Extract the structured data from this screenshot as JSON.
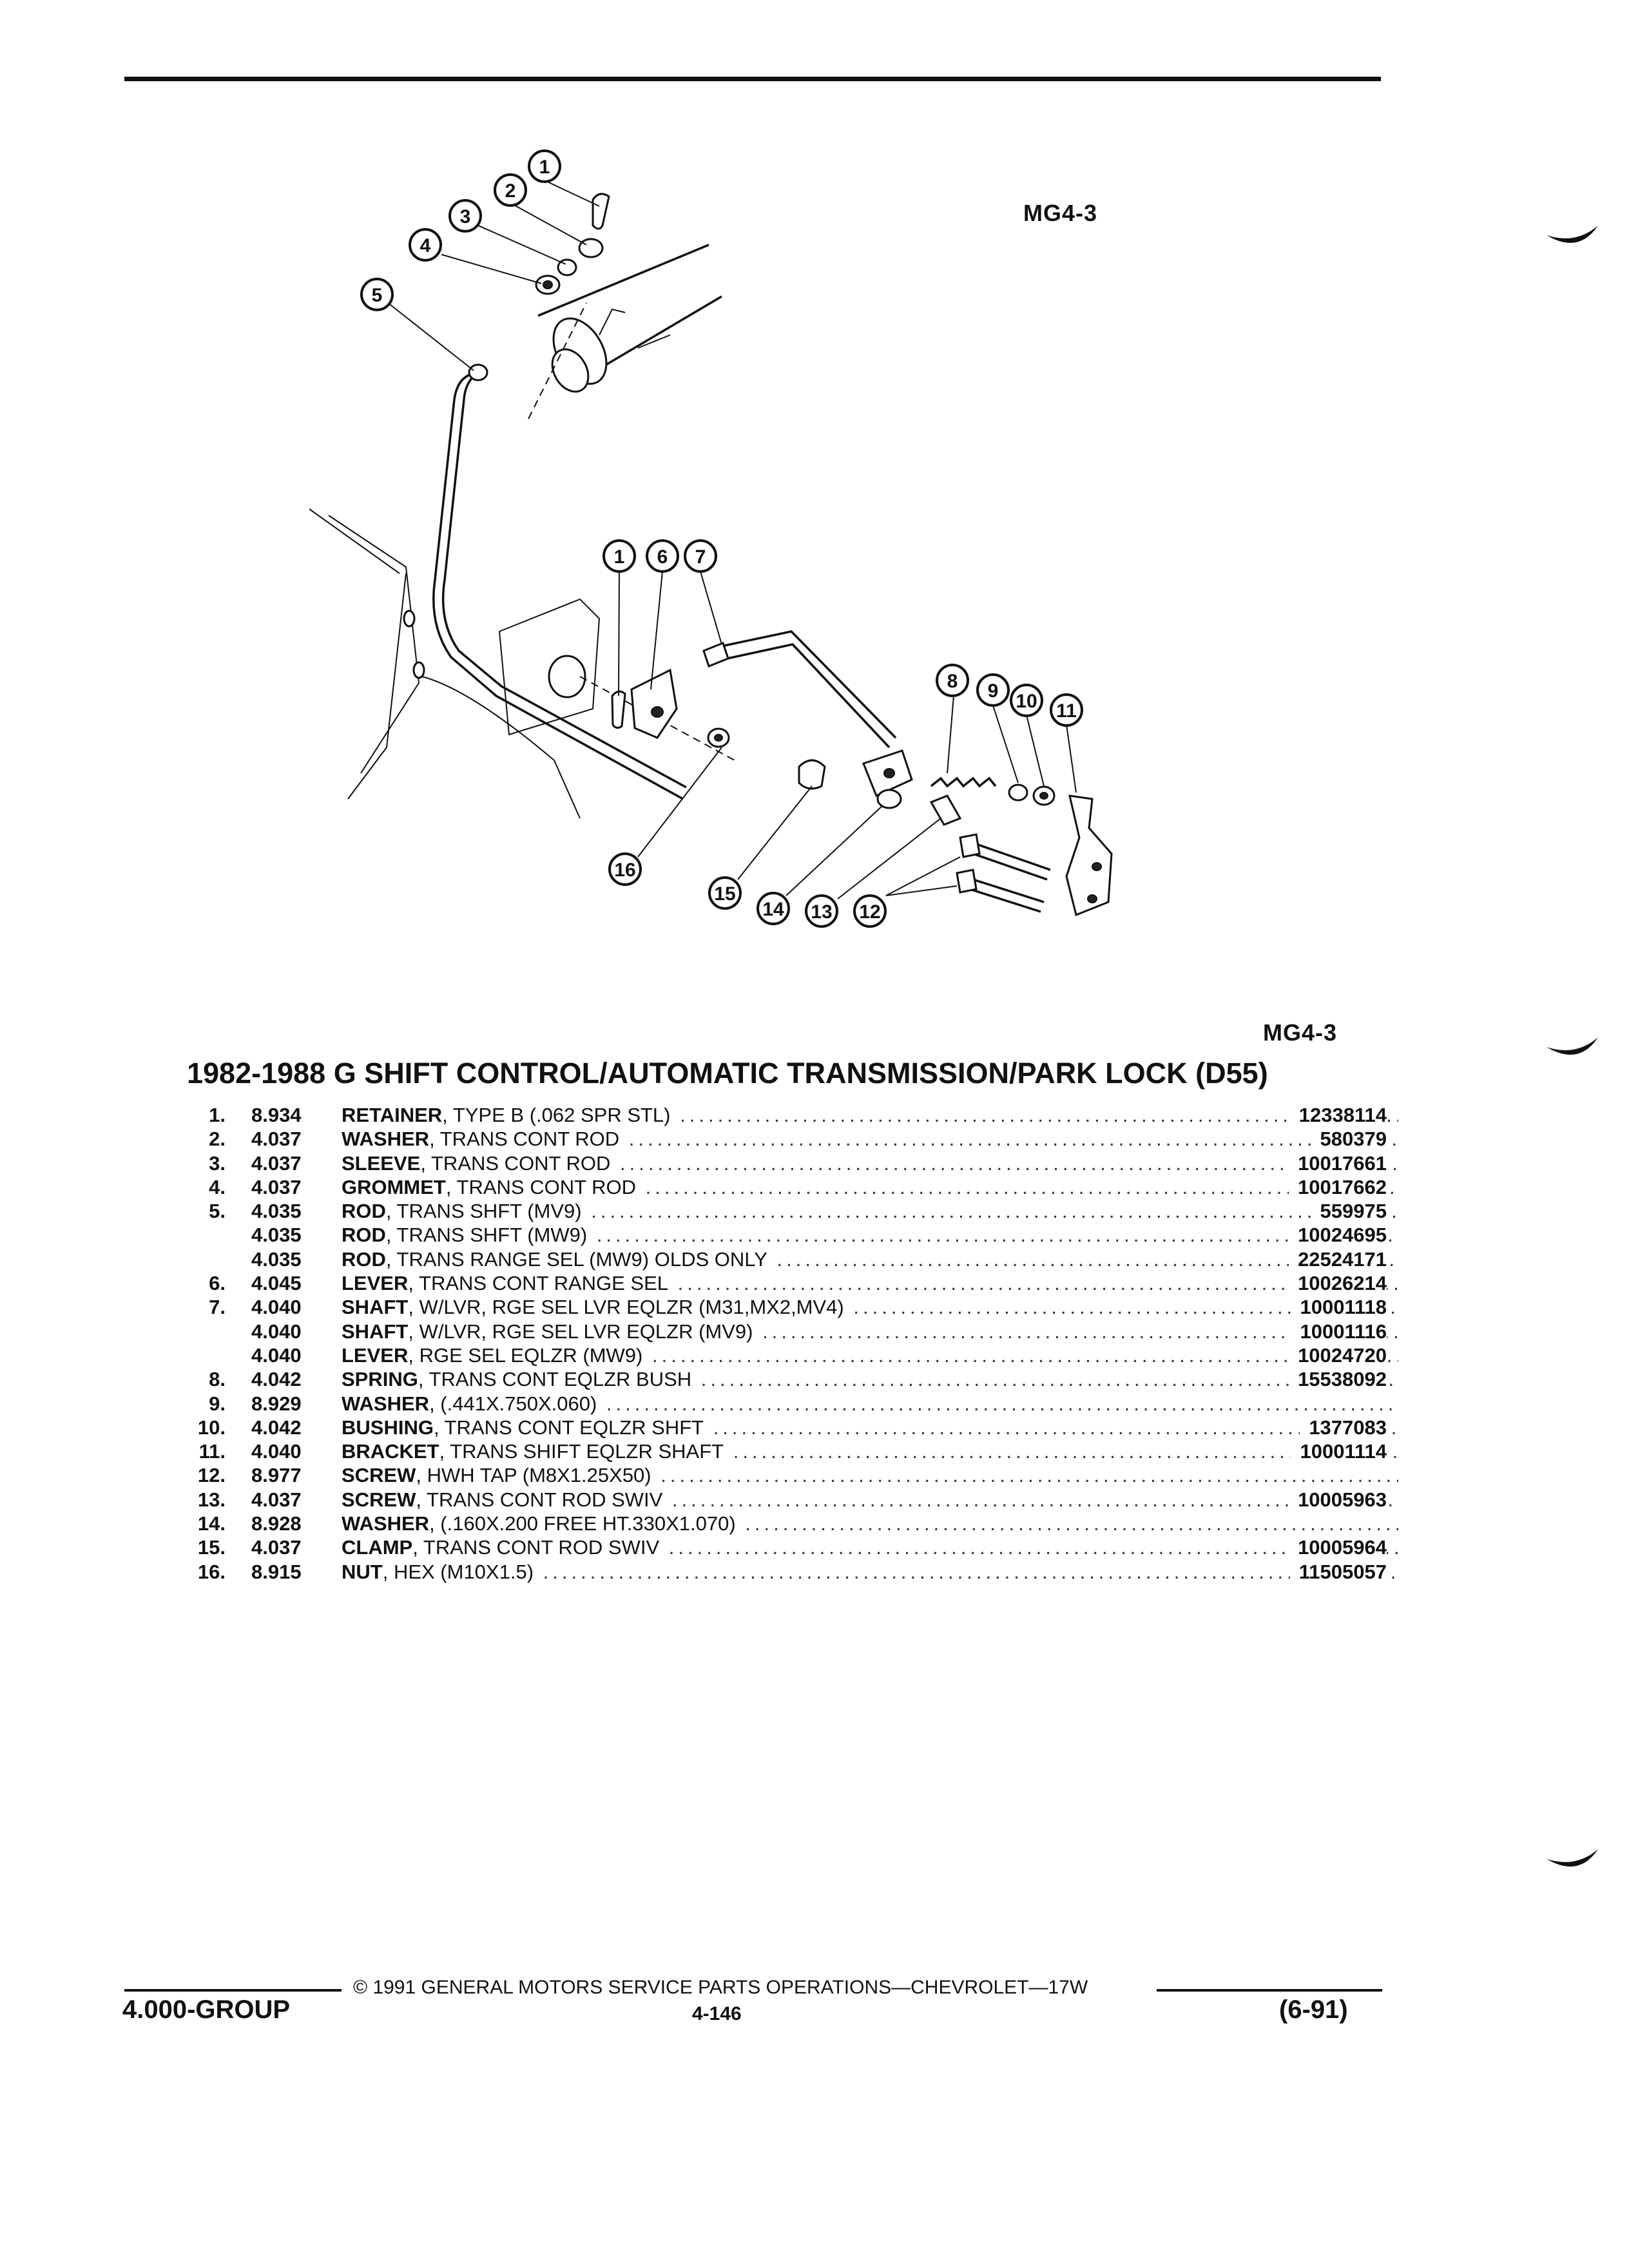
{
  "figure_label_top": "MG4-3",
  "figure_label_bottom": "MG4-3",
  "diagram": {
    "callouts": [
      "1",
      "2",
      "3",
      "4",
      "5",
      "1",
      "6",
      "7",
      "8",
      "9",
      "10",
      "11",
      "16",
      "15",
      "14",
      "13",
      "12"
    ]
  },
  "title": "1982-1988 G SHIFT CONTROL/AUTOMATIC TRANSMISSION/PARK LOCK (D55)",
  "parts": [
    {
      "num": "1.",
      "group": "8.934",
      "name": "RETAINER",
      "desc": ", TYPE B (.062 SPR STL)",
      "part_no": "12338114"
    },
    {
      "num": "2.",
      "group": "4.037",
      "name": "WASHER",
      "desc": ", TRANS CONT ROD",
      "part_no": "580379"
    },
    {
      "num": "3.",
      "group": "4.037",
      "name": "SLEEVE",
      "desc": ", TRANS CONT ROD",
      "part_no": "10017661"
    },
    {
      "num": "4.",
      "group": "4.037",
      "name": "GROMMET",
      "desc": ", TRANS CONT ROD",
      "part_no": "10017662"
    },
    {
      "num": "5.",
      "group": "4.035",
      "name": "ROD",
      "desc": ", TRANS SHFT (MV9)",
      "part_no": "559975"
    },
    {
      "num": "",
      "group": "4.035",
      "name": "ROD",
      "desc": ", TRANS SHFT (MW9)",
      "part_no": "10024695"
    },
    {
      "num": "",
      "group": "4.035",
      "name": "ROD",
      "desc": ", TRANS RANGE SEL (MW9) OLDS ONLY",
      "part_no": "22524171"
    },
    {
      "num": "6.",
      "group": "4.045",
      "name": "LEVER",
      "desc": ", TRANS CONT RANGE SEL",
      "part_no": "10026214"
    },
    {
      "num": "7.",
      "group": "4.040",
      "name": "SHAFT",
      "desc": ", W/LVR, RGE SEL LVR EQLZR (M31,MX2,MV4)",
      "part_no": "10001118"
    },
    {
      "num": "",
      "group": "4.040",
      "name": "SHAFT",
      "desc": ", W/LVR, RGE SEL LVR EQLZR (MV9)",
      "part_no": "10001116"
    },
    {
      "num": "",
      "group": "4.040",
      "name": "LEVER",
      "desc": ", RGE SEL EQLZR (MW9)",
      "part_no": "10024720"
    },
    {
      "num": "8.",
      "group": "4.042",
      "name": "SPRING",
      "desc": ", TRANS CONT EQLZR BUSH",
      "part_no": "15538092"
    },
    {
      "num": "9.",
      "group": "8.929",
      "name": "WASHER",
      "desc": ", (.441X.750X.060)",
      "part_no": ""
    },
    {
      "num": "10.",
      "group": "4.042",
      "name": "BUSHING",
      "desc": ", TRANS CONT EQLZR SHFT",
      "part_no": "1377083"
    },
    {
      "num": "11.",
      "group": "4.040",
      "name": "BRACKET",
      "desc": ", TRANS SHIFT EQLZR SHAFT",
      "part_no": "10001114"
    },
    {
      "num": "12.",
      "group": "8.977",
      "name": "SCREW",
      "desc": ", HWH TAP (M8X1.25X50)",
      "part_no": ""
    },
    {
      "num": "13.",
      "group": "4.037",
      "name": "SCREW",
      "desc": ", TRANS CONT ROD SWIV",
      "part_no": "10005963"
    },
    {
      "num": "14.",
      "group": "8.928",
      "name": "WASHER",
      "desc": ", (.160X.200 FREE HT.330X1.070)",
      "part_no": ""
    },
    {
      "num": "15.",
      "group": "4.037",
      "name": "CLAMP",
      "desc": ", TRANS CONT ROD SWIV",
      "part_no": "10005964"
    },
    {
      "num": "16.",
      "group": "8.915",
      "name": "NUT",
      "desc": ", HEX (M10X1.5)",
      "part_no": "11505057"
    }
  ],
  "footer": {
    "copyright": "© 1991 GENERAL MOTORS SERVICE PARTS OPERATIONS—CHEVROLET—17W",
    "group": "4.000-GROUP",
    "page": "4-146",
    "date": "(6-91)"
  }
}
